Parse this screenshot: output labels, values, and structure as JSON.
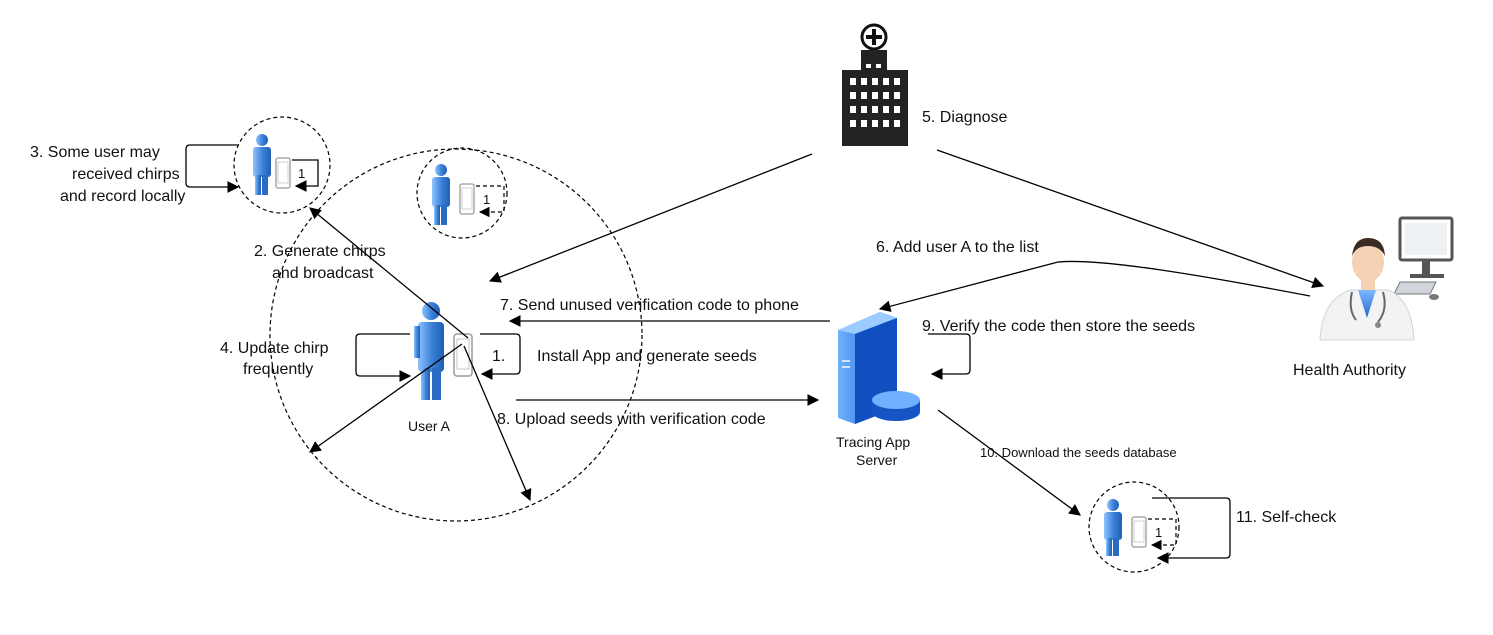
{
  "nodes": {
    "user_a": "User A",
    "server_line1": "Tracing App",
    "server_line2": "Server",
    "health_authority": "Health Authority"
  },
  "labels": {
    "step1": "1.",
    "step1_text": "Install App and generate seeds",
    "step2_line1": "2. Generate chirps",
    "step2_line2": "and broadcast",
    "step3_line1": "3. Some user may",
    "step3_line2": "received chirps",
    "step3_line3": "and record locally",
    "step4_line1": "4. Update chirp",
    "step4_line2": "frequently",
    "step5": "5. Diagnose",
    "step6": "6. Add user A to the list",
    "step7": "7. Send unused verification code to phone",
    "step8": "8. Upload seeds with verification code",
    "step9": "9.  Verify the code then store the seeds",
    "step10": "10. Download the seeds database",
    "step11": "11. Self-check"
  },
  "phone_badges": [
    "1",
    "1",
    "1"
  ],
  "icons": [
    "hospital-icon",
    "user-icon",
    "phone-icon",
    "server-icon",
    "doctor-icon",
    "computer-monitor-icon"
  ],
  "colors": {
    "user_blue": "#3a7fd6",
    "user_blue_light": "#8fc3ff",
    "server_blue": "#1a66d9",
    "line": "#000000"
  }
}
